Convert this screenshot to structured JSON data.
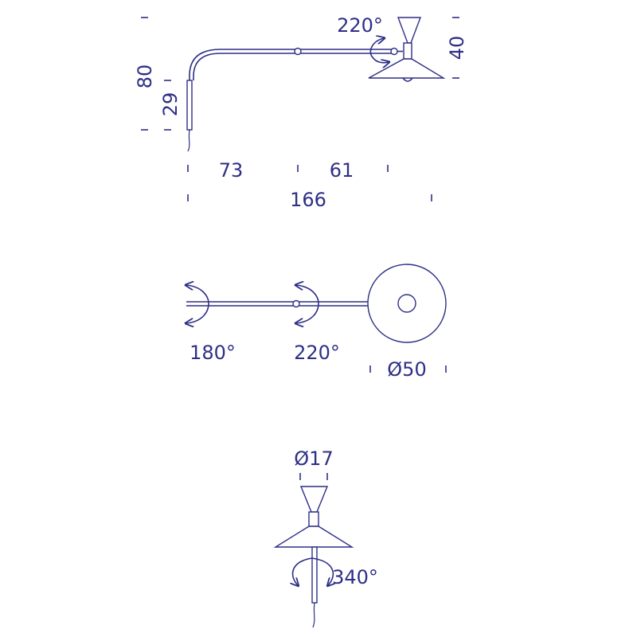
{
  "colors": {
    "line": "#2e2f86",
    "background": "#ffffff"
  },
  "side_view": {
    "rotation_head": "220°",
    "height_shade": "40",
    "height_total": "80",
    "height_base": "29",
    "length_seg1": "73",
    "length_seg2": "61",
    "length_total": "166"
  },
  "top_view": {
    "rotation_wall": "180°",
    "rotation_joint": "220°",
    "diameter_shade": "Ø50"
  },
  "front_view": {
    "diameter_cup": "Ø17",
    "rotation_stem": "340°"
  }
}
